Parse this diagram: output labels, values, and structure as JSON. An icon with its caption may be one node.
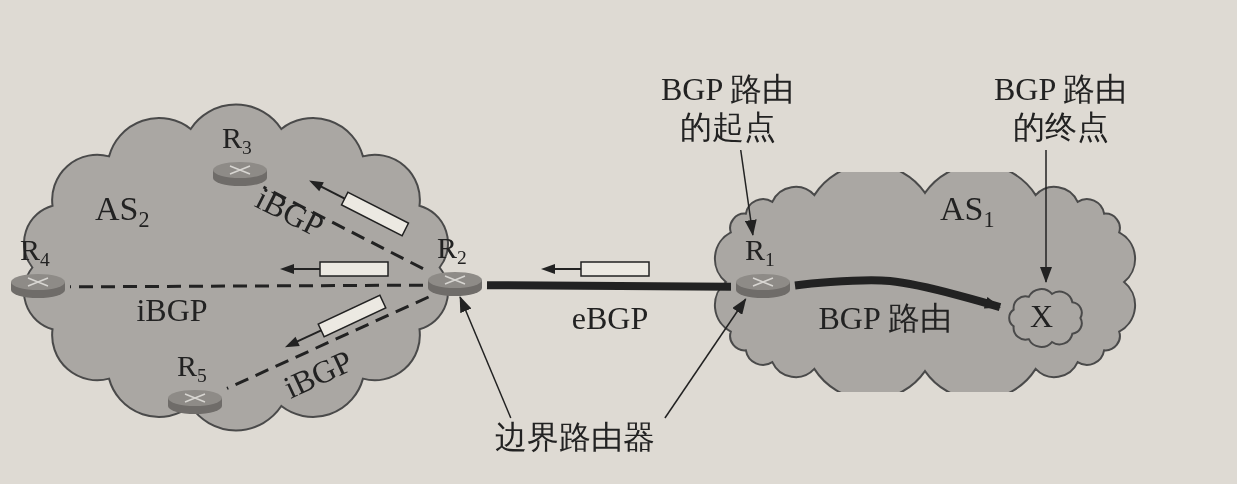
{
  "diagram": {
    "nodes": [
      {
        "text": [
          "AS$_{2}$"
        ]
      },
      {
        "text": [
          "R$_{3}$"
        ],
        "in": 0
      },
      {
        "text": [
          "R$_{4}$"
        ],
        "in": 0
      },
      {
        "text": [
          "R$_{2}$"
        ]
      },
      {
        "text": [
          "R$_{5}$"
        ],
        "in": 0
      },
      {
        "text": [
          "AS$_{1}$"
        ]
      },
      {
        "text": [
          "R$_{1}$"
        ],
        "in": 5
      },
      {
        "text": [
          "X"
        ],
        "in": 5
      },
      {
        "text": [
          "BGP 路由的起点"
        ]
      },
      {
        "text": [
          "BGP 路由的终点"
        ]
      },
      {
        "text": [
          "边界路由器"
        ]
      }
    ],
    "edges": [
      {
        "from": 3,
        "to": 1,
        "arrow": "none",
        "style": "dashed",
        "label": "iBGP"
      },
      {
        "from": 3,
        "to": 2,
        "arrow": "none",
        "style": "dashed",
        "label": "iBGP"
      },
      {
        "from": 3,
        "to": 4,
        "arrow": "none",
        "style": "dashed",
        "label": "iBGP"
      },
      {
        "from": 3,
        "to": 6,
        "arrow": "none",
        "style": "thick",
        "label": "eBGP"
      },
      {
        "from": 6,
        "to": 7,
        "arrow": "to",
        "style": "thick",
        "label": "BGP 路由"
      },
      {
        "from": 8,
        "to": 6,
        "arrow": "to"
      },
      {
        "from": 9,
        "to": 7,
        "arrow": "to"
      },
      {
        "from": 10,
        "to": 3,
        "arrow": "to"
      },
      {
        "from": 10,
        "to": 6,
        "arrow": "to"
      }
    ]
  }
}
